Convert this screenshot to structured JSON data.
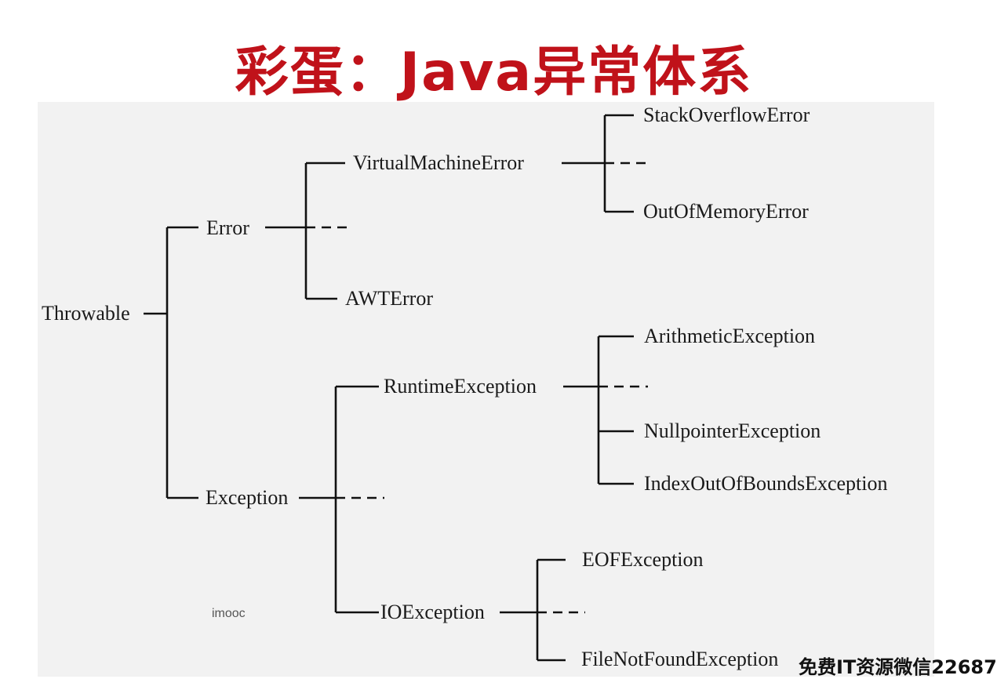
{
  "title": "彩蛋：Java异常体系",
  "watermark": "imooc",
  "overlay_text": "免费IT资源微信22687",
  "tree": {
    "root": "Throwable",
    "error": {
      "label": "Error",
      "virtual_machine_error": {
        "label": "VirtualMachineError",
        "children": [
          "StackOverflowError",
          "OutOfMemoryError"
        ]
      },
      "awt_error": "AWTError"
    },
    "exception": {
      "label": "Exception",
      "runtime_exception": {
        "label": "RuntimeException",
        "children": [
          "ArithmeticException",
          "NullpointerException",
          "IndexOutOfBoundsException"
        ]
      },
      "io_exception": {
        "label": "IOException",
        "children": [
          "EOFException",
          "FileNotFoundException"
        ]
      }
    }
  }
}
